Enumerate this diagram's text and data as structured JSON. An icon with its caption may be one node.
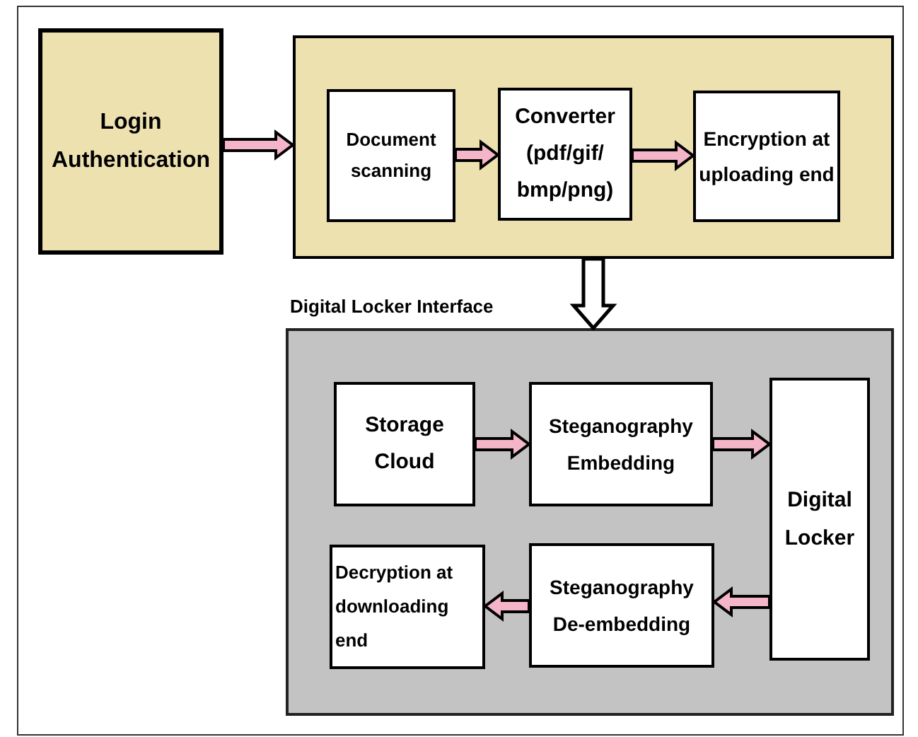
{
  "diagram": {
    "nodes": [
      {
        "text": [
          "Login Authentication"
        ]
      },
      {
        "text": [],
        "shape": "box"
      },
      {
        "text": [
          "Document scanning"
        ],
        "in": 1
      },
      {
        "text": [
          "Converter (pdf/gif/ bmp/png)"
        ],
        "in": 1
      },
      {
        "text": [
          "Encryption at uploading end"
        ],
        "in": 1
      },
      {
        "text": [
          "Digital Locker Interface"
        ]
      },
      {
        "text": [
          "Storage Cloud"
        ],
        "in": 5
      },
      {
        "text": [
          "Steganography Embedding"
        ],
        "in": 5
      },
      {
        "text": [
          "Digital Locker"
        ],
        "in": 5
      },
      {
        "text": [
          "Steganography De-embedding"
        ],
        "in": 5
      },
      {
        "text": [
          "Decryption at downloading end"
        ],
        "in": 5
      }
    ],
    "edges": [
      {
        "from": 0,
        "to": 1,
        "arrow": "to"
      },
      {
        "from": 2,
        "to": 3,
        "arrow": "to"
      },
      {
        "from": 3,
        "to": 4,
        "arrow": "to"
      },
      {
        "from": 1,
        "to": 5,
        "arrow": "to",
        "style": "thick",
        "color": "#ffffff"
      },
      {
        "from": 6,
        "to": 7,
        "arrow": "to"
      },
      {
        "from": 7,
        "to": 8,
        "arrow": "to"
      },
      {
        "from": 8,
        "to": 9,
        "arrow": "to"
      },
      {
        "from": 9,
        "to": 10,
        "arrow": "to"
      }
    ]
  }
}
